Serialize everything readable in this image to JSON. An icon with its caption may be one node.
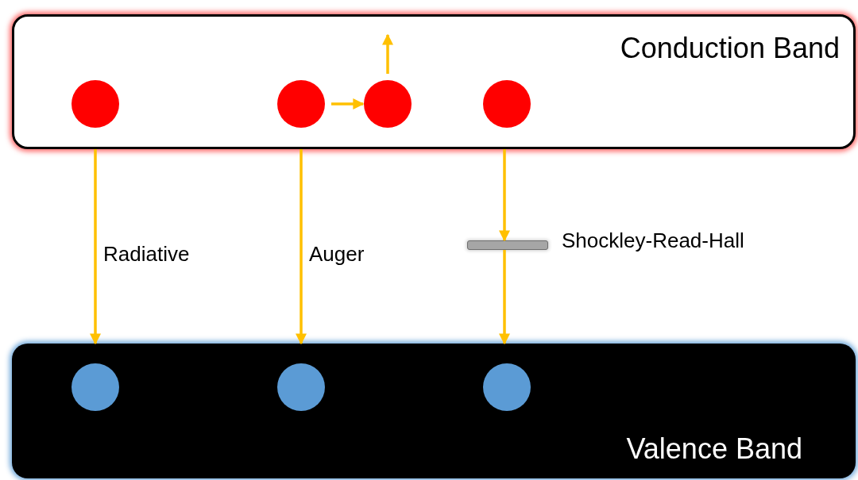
{
  "diagram": {
    "nodes": [
      {
        "text": [
          "Conduction Band"
        ]
      },
      {
        "text": [],
        "shape": "circle",
        "in": 0
      },
      {
        "text": [],
        "shape": "circle",
        "in": 0
      },
      {
        "text": [],
        "shape": "circle",
        "in": 0
      },
      {
        "text": [],
        "shape": "circle",
        "in": 0
      },
      {
        "text": [],
        "shape": "bar",
        "beside": [
          "Shockley-Read-Hall"
        ]
      },
      {
        "text": [
          "Valence Band"
        ]
      },
      {
        "text": [],
        "shape": "circle",
        "in": 6
      },
      {
        "text": [],
        "shape": "circle",
        "in": 6
      },
      {
        "text": [],
        "shape": "circle",
        "in": 6
      }
    ],
    "edges": [
      {
        "from": 0,
        "to": 6,
        "arrow": "to",
        "label": "Radiative"
      },
      {
        "from": 0,
        "to": 6,
        "arrow": "to",
        "label": "Auger"
      },
      {
        "from": 0,
        "to": 5,
        "arrow": "to"
      },
      {
        "from": 5,
        "to": 6,
        "arrow": "to"
      },
      {
        "from": 2,
        "to": 3,
        "arrow": "to"
      },
      {
        "from": 3,
        "to": null,
        "arrow": "to"
      }
    ]
  }
}
